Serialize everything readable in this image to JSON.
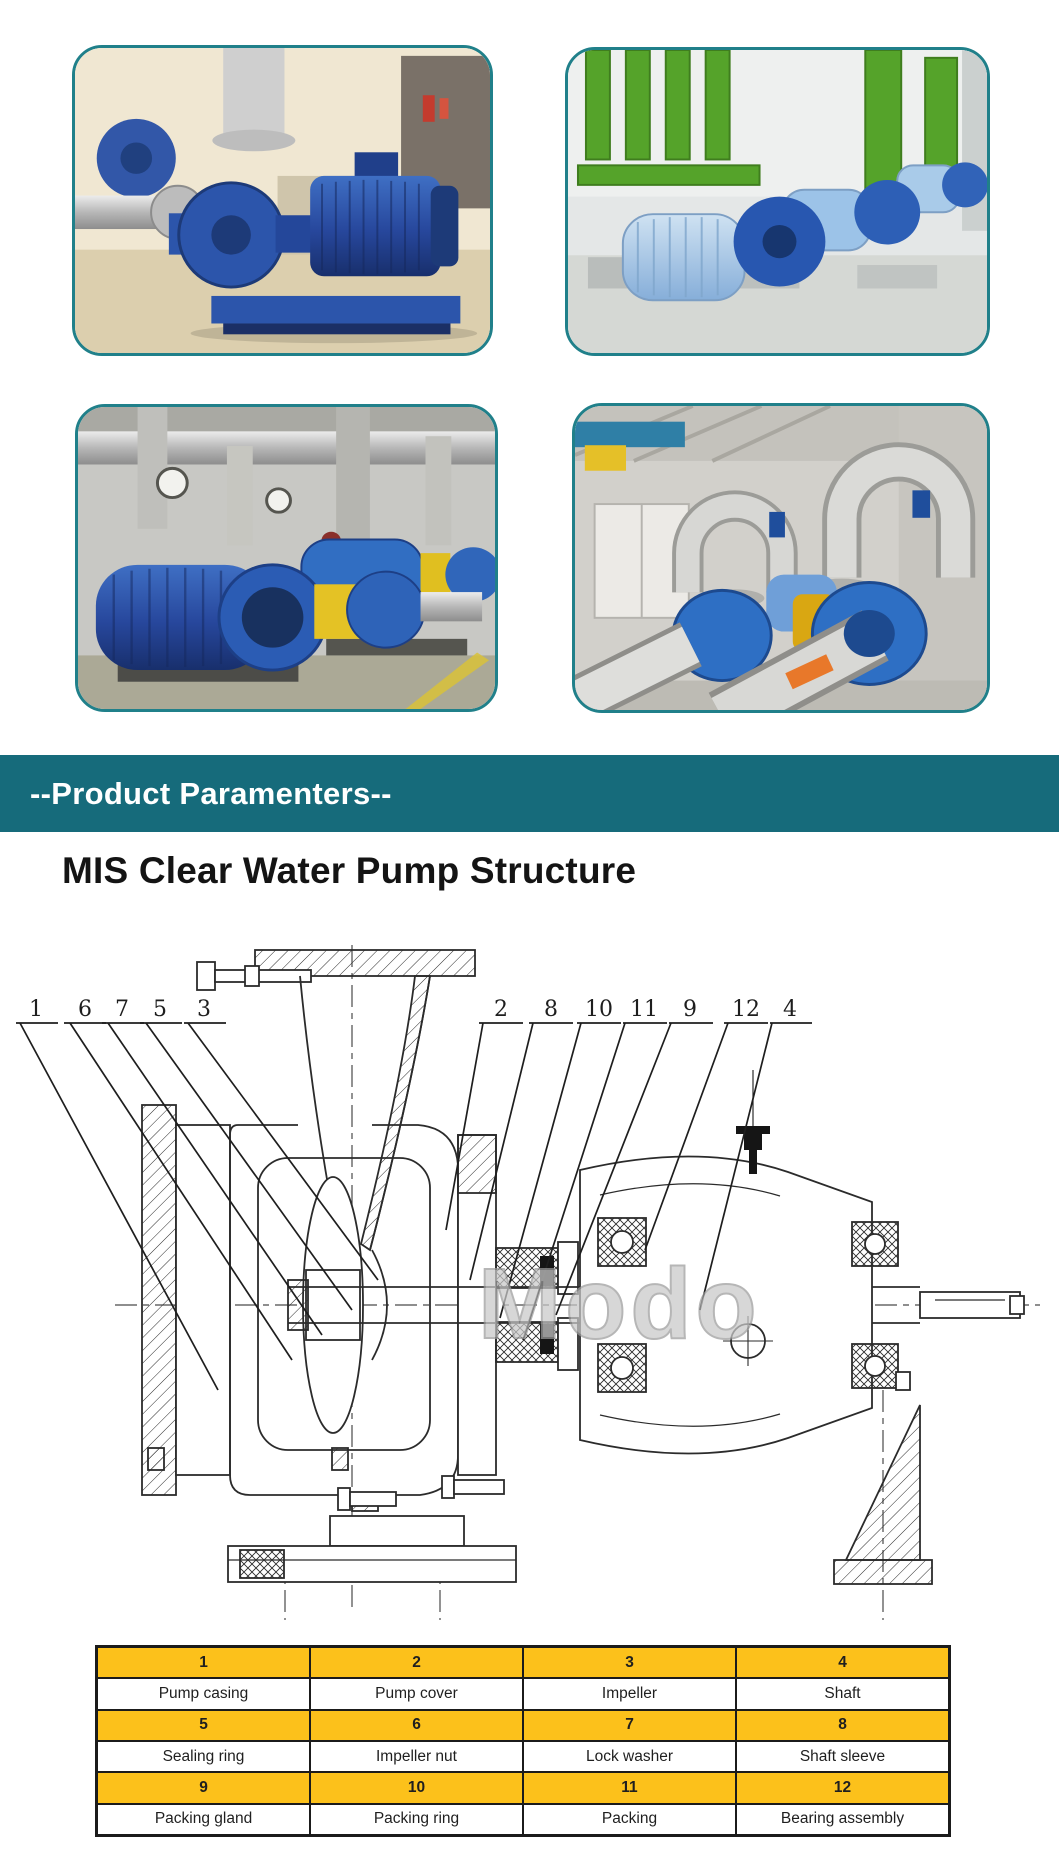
{
  "colors": {
    "banner_bg": "#166b7b",
    "banner_text": "#ffffff",
    "photo_border_teal": "#20808a",
    "table_number_row_bg": "#fcc11b",
    "table_border": "#1b1b1b",
    "diagram_line": "#2b2b2b",
    "watermark_gray": "#c9c9c9"
  },
  "banner": {
    "label": "--Product Paramenters--"
  },
  "diagram": {
    "title": "MIS Clear Water Pump Structure",
    "watermark": "Modo",
    "callout_numbers": [
      "1",
      "6",
      "7",
      "5",
      "3",
      "2",
      "8",
      "10",
      "11",
      "9",
      "12",
      "4"
    ]
  },
  "parts_table": {
    "rows": [
      {
        "numbers": [
          "1",
          "2",
          "3",
          "4"
        ],
        "labels": [
          "Pump casing",
          "Pump cover",
          "Impeller",
          "Shaft"
        ]
      },
      {
        "numbers": [
          "5",
          "6",
          "7",
          "8"
        ],
        "labels": [
          "Sealing ring",
          "Impeller nut",
          "Lock washer",
          "Shaft sleeve"
        ]
      },
      {
        "numbers": [
          "9",
          "10",
          "11",
          "12"
        ],
        "labels": [
          "Packing gland",
          "Packing ring",
          "Packing",
          "Bearing assembly"
        ]
      }
    ]
  }
}
